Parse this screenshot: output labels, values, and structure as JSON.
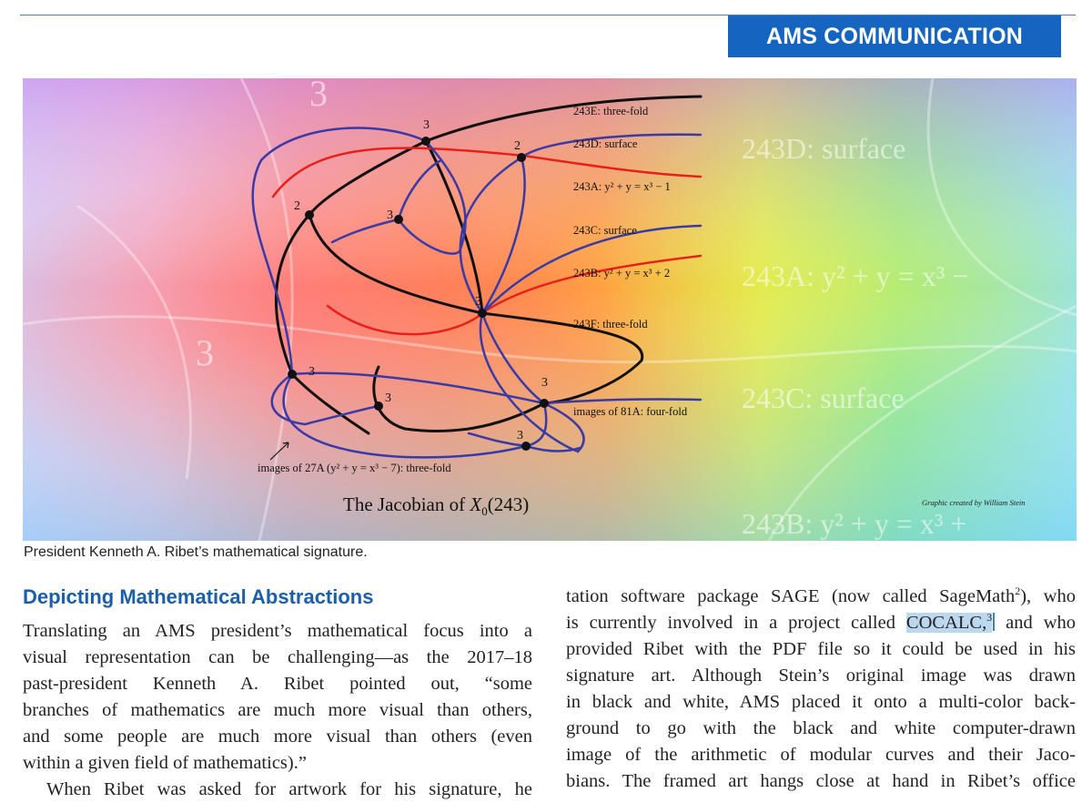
{
  "header": {
    "label": "AMS COMMUNICATION"
  },
  "figure": {
    "title_prefix": "The Jacobian of ",
    "title_sym": "X",
    "title_sub": "0",
    "title_suffix": "(243)",
    "credit": "Graphic created by William Stein",
    "labels": {
      "e": "243E: three-fold",
      "d": "243D: surface",
      "a": "243A: y² + y = x³ − 1",
      "c": "243C: surface",
      "b": "243B: y² + y = x³ + 2",
      "f": "243F: three-fold",
      "i81": "images of 81A: four-fold",
      "i27": "images of 27A (y² + y = x³ − 7): three-fold"
    },
    "node_numbers": [
      "3",
      "2",
      "2",
      "3",
      "3",
      "3",
      "3",
      "3",
      "3"
    ],
    "background_text": {
      "d": "243D: surface",
      "a": "243A: y² + y = x³ −",
      "c": "243C: surface",
      "b": "243B: y² + y = x³ +",
      "three": "3"
    },
    "caption": "President Kenneth A. Ribet’s mathematical signature."
  },
  "article": {
    "heading": "Depicting Mathematical Abstractions",
    "left_lines": [
      "Translating an AMS president’s mathematical focus into a",
      "visual representation can be challenging—as the 2017–18",
      "past-president Kenneth A. Ribet pointed out, “some",
      "branches of mathematics are much more visual than others,",
      "and some people are much more visual than others (even",
      "within a given field of mathematics).”",
      "When Ribet was asked for artwork for his signature, he"
    ],
    "right_line1_a": "tation software package SAGE (now called SageMath",
    "right_line1_sup": "2",
    "right_line1_b": "), who",
    "right_line2_a": "is currently involved in a project called ",
    "right_line2_hl": "COCALC,",
    "right_line2_sup": "3",
    "right_line2_b": " and who",
    "right_lines": [
      "provided Ribet with the PDF file so it could be used in his",
      "signature art. Although Stein’s original image was drawn",
      "in black and white, AMS placed it onto a multi-color back-",
      "ground to go with the black and white computer-drawn",
      "image of the arithmetic of modular curves and their Jaco-",
      "bians. The framed art hangs close at hand in Ribet’s office"
    ]
  },
  "colors": {
    "accent": "#1565c0",
    "heading": "#1a5fa8",
    "red_curve": "#e8201a",
    "blue_curve": "#3a3aa6",
    "black_curve": "#111111"
  }
}
